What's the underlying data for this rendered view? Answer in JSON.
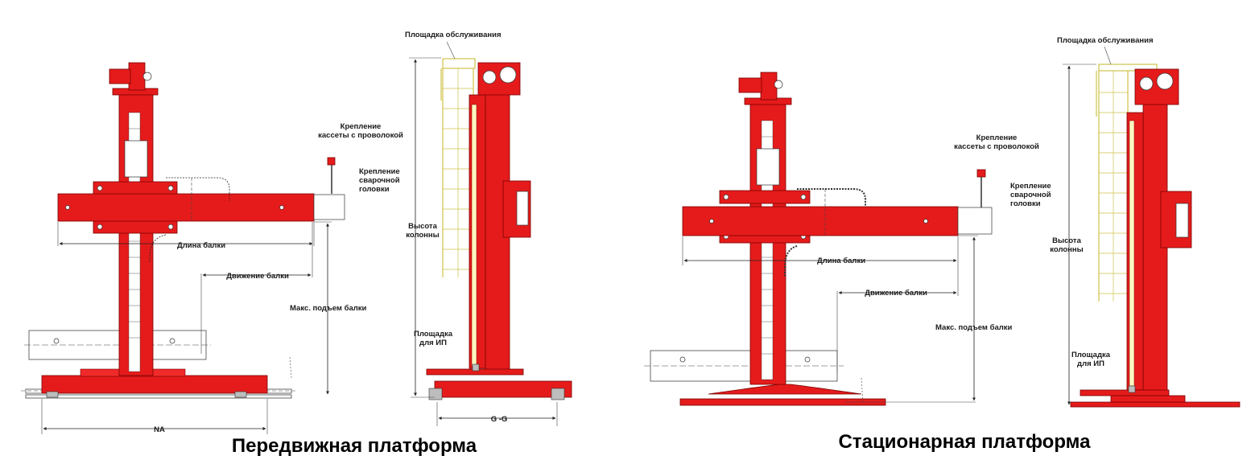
{
  "labels": {
    "service_platform": "Площадка обслуживания",
    "wire_mount": [
      "Крепление",
      "кассеты с проволокой"
    ],
    "head_mount": [
      "Крепление",
      "сварочной",
      "головки"
    ],
    "column_height": [
      "Высота",
      "колонны"
    ],
    "beam_length": "Длина балки",
    "beam_travel": "Движение балки",
    "beam_lift": "Макс. подъем балки",
    "power_platform": [
      "Площадка",
      "для ИП"
    ],
    "dim_na": "NA",
    "dim_gg": "G -G"
  },
  "captions": {
    "mobile": "Передвижная платформа",
    "stationary": "Стационарная платформа"
  },
  "colors": {
    "red": "#e51b1b",
    "dark_red": "#7a0000",
    "ladder": "#cfc34a",
    "ink": "#1a1a1a"
  }
}
